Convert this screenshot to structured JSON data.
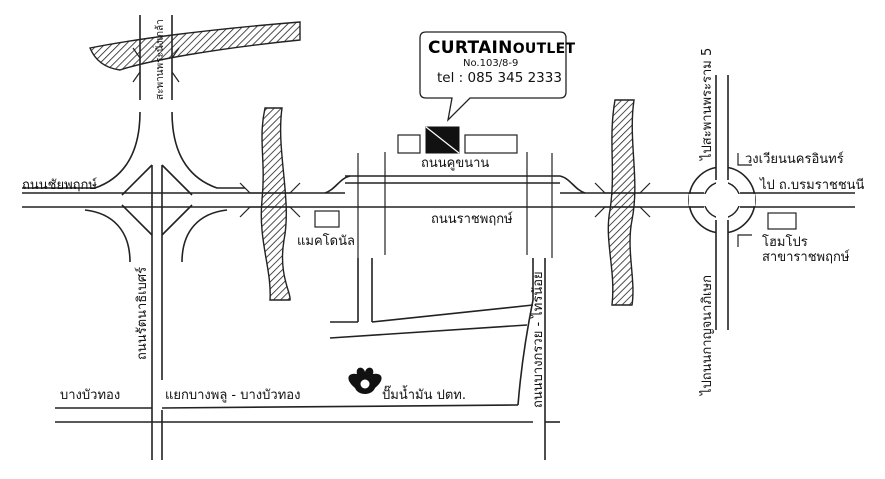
{
  "store": {
    "name_bold": "CURTAIN",
    "name_rest": "OUTLET",
    "address": "No.103/8-9",
    "tel": "tel : 085 345 2333"
  },
  "roads": {
    "chaiyaphruek": "ถนนชัยพฤกษ์",
    "ratchaphruek": "ถนนราชพฤกษ์",
    "khunan": "ถนนคูขนาน",
    "rattanathibet": "ถนนรัตนาธิเบศร์",
    "bang_kruai_sai_noi": "ถนนบางกรวย - ไทรน้อย",
    "to_kanchanaphisek": "ไปถนนกาญจนาภิเษก",
    "to_bridge_rama5": "ไปสะพานพระราม 5",
    "bang_bua_thong": "บางบัวทอง",
    "bang_phlu_junction": "แยกบางพลู - บางบัวทอง"
  },
  "places": {
    "bridge_nonthaburi": "สะพานพระนั่งเกล้า",
    "mcdonalds": "แมคโดนัล",
    "nonthaburi_circle": "วงเวียนนครอินทร์",
    "to_borommaratchachonnani": "ไป ถ.บรมราชชนนี",
    "homepro_line1": "โฮมโปร",
    "homepro_line2": "สาขาราชพฤกษ์",
    "ptt_station": "ปั๊มน้ำมัน ปตท."
  }
}
